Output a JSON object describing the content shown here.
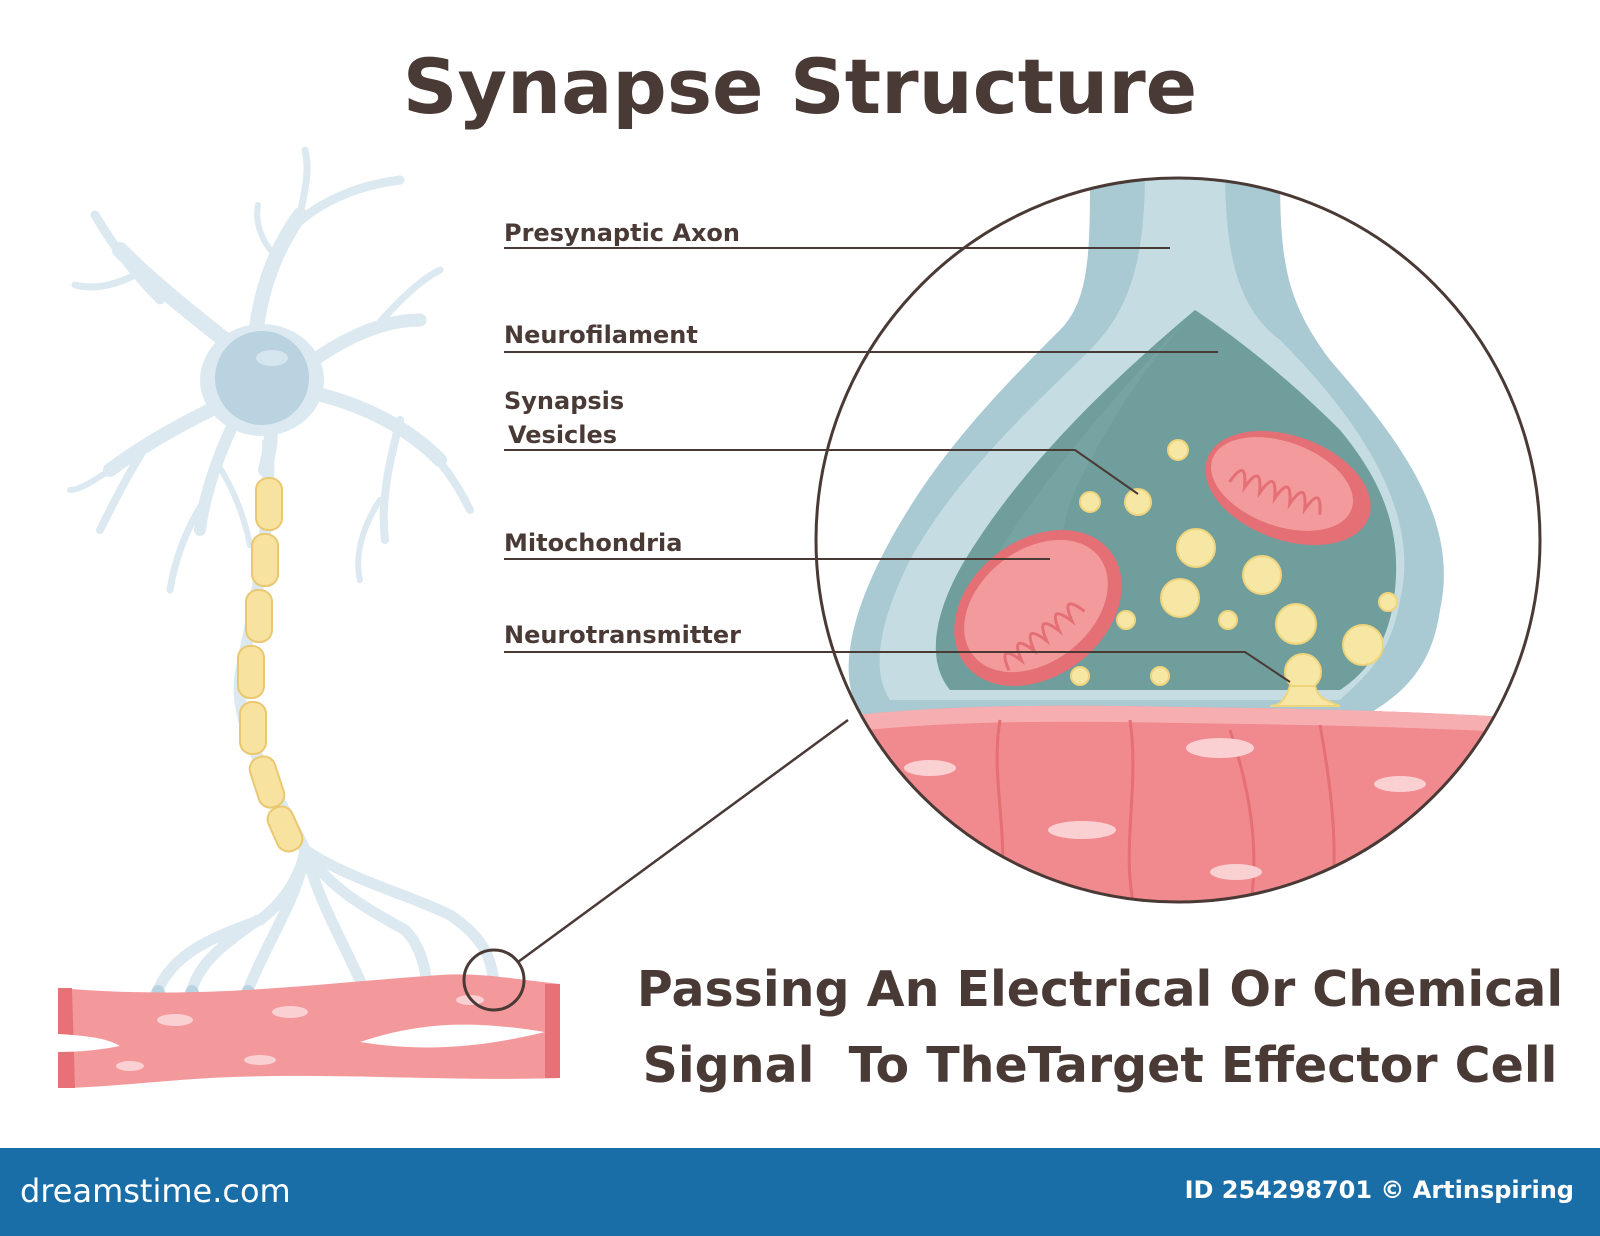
{
  "title": "Synapse Structure",
  "labels": {
    "presynaptic_axon": "Presynaptic Axon",
    "neurofilament": "Neurofilament",
    "synapsis_line1": "Synapsis",
    "synapsis_line2": "Vesicles",
    "mitochondria": "Mitochondria",
    "neurotransmitter": "Neurotransmitter"
  },
  "caption": {
    "line1": "Passing An Electrical Or Chemical",
    "line2": "Signal  To TheTarget Effector Cell"
  },
  "footer": {
    "brand": "dreamstime.com",
    "id_text": "ID 254298701 © Artinspiring"
  },
  "colors": {
    "text": "#4a3a36",
    "neuron": "#dce9f1",
    "myelin": "#f7e2a0",
    "muscle": "#f08a8e",
    "axon_wall": "#a9cad3",
    "cytoplasm": "#6f9e9c",
    "vesicle": "#f7e7a5",
    "footer_bg": "#1a6ea8"
  }
}
